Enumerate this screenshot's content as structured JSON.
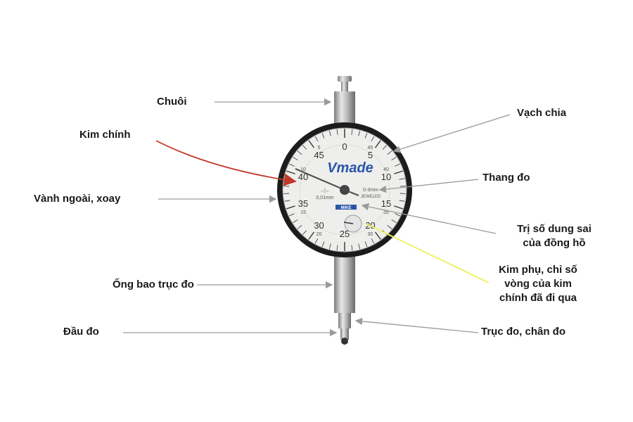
{
  "labels": {
    "chuoi": "Chuôi",
    "kim_chinh": "Kim chính",
    "vanh_ngoai": "Vành ngoài, xoay",
    "ong_bao": "Ống bao trục đo",
    "dau_do": "Đầu đo",
    "vach_chia": "Vạch chia",
    "thang_do": "Thang đo",
    "tri_so_1": "Trị số dung sai",
    "tri_so_2": "của đồng hồ",
    "kim_phu_1": "Kim phụ, chỉ số",
    "kim_phu_2": "vòng của kim",
    "kim_phu_3": "chính đã đi qua",
    "truc_do": "Trục đo, chân đo"
  },
  "dial": {
    "brand": "Vmade",
    "sub_brand": "MIKE",
    "range": "0-3mm",
    "jeweled": "JEWELED",
    "resolution": "0,01mm",
    "main_numbers": [
      "0",
      "5",
      "10",
      "15",
      "20",
      "25",
      "30",
      "35",
      "40",
      "45"
    ],
    "inner_numbers": [
      "",
      "45",
      "40",
      "35",
      "30",
      "",
      "20",
      "15",
      "10",
      "5"
    ]
  },
  "colors": {
    "kim_chinh_arrow": "#c0392b",
    "kim_phu_arrow": "#f2ee6a",
    "arrow_gray": "#9a9a9a",
    "brand_blue": "#2a56a8"
  }
}
